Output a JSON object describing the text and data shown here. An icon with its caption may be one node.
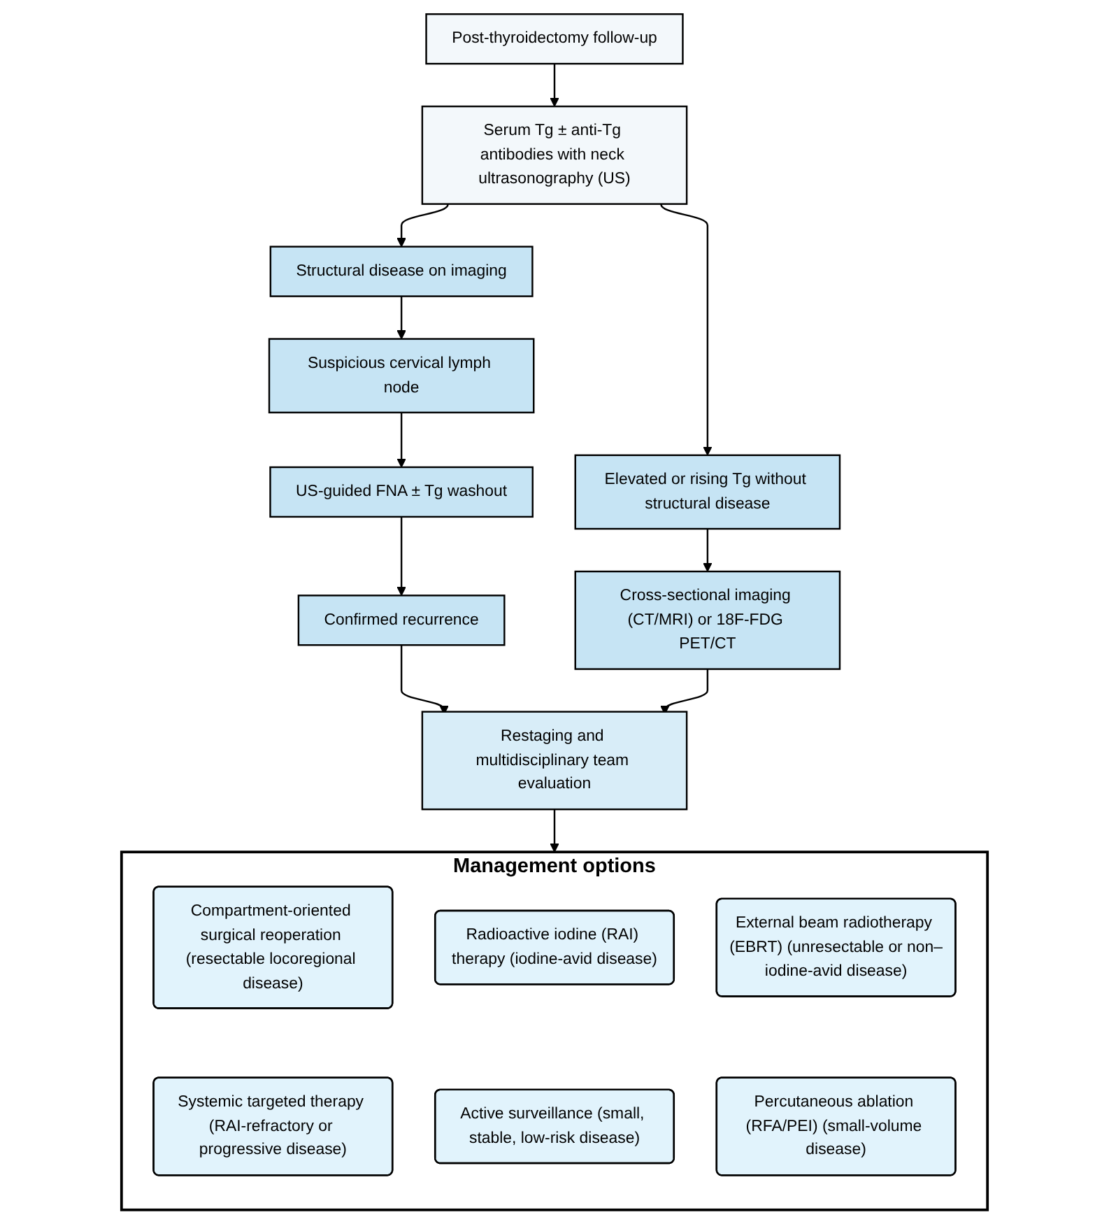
{
  "diagram": {
    "nodes": [
      {
        "text": [
          "Post-thyroidectomy follow-up"
        ]
      },
      {
        "text": [
          "Serum Tg ± anti-Tg antibodies with neck ultrasonography (US)"
        ]
      },
      {
        "text": [
          "Structural disease on imaging"
        ]
      },
      {
        "text": [
          "Suspicious cervical lymph node"
        ]
      },
      {
        "text": [
          "US-guided FNA ± Tg washout"
        ]
      },
      {
        "text": [
          "Confirmed recurrence"
        ]
      },
      {
        "text": [
          "Elevated or rising Tg without structural disease"
        ]
      },
      {
        "text": [
          "Cross-sectional imaging (CT/MRI) or 18F-FDG PET/CT"
        ]
      },
      {
        "text": [
          "Restaging and multidisciplinary team evaluation"
        ]
      },
      {
        "text": [
          "Management options"
        ]
      },
      {
        "text": [
          "Compartment-oriented surgical reoperation (resectable locoregional disease)"
        ],
        "in": 9
      },
      {
        "text": [
          "Radioactive iodine (RAI) therapy (iodine-avid disease)"
        ],
        "in": 9
      },
      {
        "text": [
          "External beam radiotherapy (EBRT) (unresectable or non–iodine-avid disease)"
        ],
        "in": 9
      },
      {
        "text": [
          "Systemic targeted therapy (RAI-refractory or progressive disease)"
        ],
        "in": 9
      },
      {
        "text": [
          "Active surveillance (small, stable, low-risk disease)"
        ],
        "in": 9
      },
      {
        "text": [
          "Percutaneous ablation (RFA/PEI) (small-volume disease)"
        ],
        "in": 9
      }
    ],
    "edges": [
      {
        "from": 0,
        "to": 1,
        "arrow": "to"
      },
      {
        "from": 1,
        "to": 2,
        "arrow": "to"
      },
      {
        "from": 1,
        "to": 6,
        "arrow": "to"
      },
      {
        "from": 2,
        "to": 3,
        "arrow": "to"
      },
      {
        "from": 3,
        "to": 4,
        "arrow": "to"
      },
      {
        "from": 4,
        "to": 5,
        "arrow": "to"
      },
      {
        "from": 6,
        "to": 7,
        "arrow": "to"
      },
      {
        "from": 5,
        "to": 8,
        "arrow": "to"
      },
      {
        "from": 7,
        "to": 8,
        "arrow": "to"
      },
      {
        "from": 8,
        "to": 9,
        "arrow": "to"
      }
    ]
  }
}
